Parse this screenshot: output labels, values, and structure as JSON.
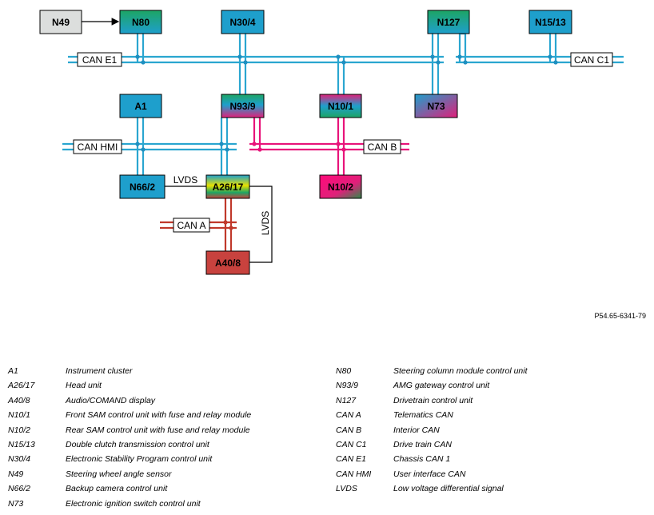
{
  "nodes": {
    "N49": "N49",
    "N80": "N80",
    "N30_4": "N30/4",
    "N127": "N127",
    "N15_13": "N15/13",
    "A1": "A1",
    "N93_9": "N93/9",
    "N10_1": "N10/1",
    "N73": "N73",
    "N66_2": "N66/2",
    "A26_17": "A26/17",
    "N10_2": "N10/2",
    "A40_8": "A40/8"
  },
  "buses": {
    "can_e1": "CAN E1",
    "can_c1": "CAN C1",
    "can_hmi": "CAN HMI",
    "can_b": "CAN B",
    "can_a": "CAN A",
    "lvds_1": "LVDS",
    "lvds_2": "LVDS"
  },
  "colors": {
    "bus_blue": "#2aa6d0",
    "bus_magenta": "#e8147a",
    "bus_red": "#c0392b",
    "node_blue": "#1e9fcc",
    "node_gray": "#dcdedd",
    "node_red": "#c8423e"
  },
  "ref_code": "P54.65-6341-79",
  "legend_left": [
    {
      "abbr": "A1",
      "desc": "Instrument cluster"
    },
    {
      "abbr": "A26/17",
      "desc": "Head unit"
    },
    {
      "abbr": "A40/8",
      "desc": "Audio/COMAND display"
    },
    {
      "abbr": "N10/1",
      "desc": "Front SAM control unit with fuse and relay module"
    },
    {
      "abbr": "N10/2",
      "desc": "Rear SAM control unit with fuse and relay module"
    },
    {
      "abbr": "N15/13",
      "desc": "Double clutch transmission control unit"
    },
    {
      "abbr": "N30/4",
      "desc": "Electronic Stability Program control unit"
    },
    {
      "abbr": "N49",
      "desc": "Steering wheel angle sensor"
    },
    {
      "abbr": "N66/2",
      "desc": "Backup camera control unit"
    },
    {
      "abbr": "N73",
      "desc": "Electronic ignition switch control unit"
    }
  ],
  "legend_right": [
    {
      "abbr": "N80",
      "desc": "Steering column module control unit"
    },
    {
      "abbr": "N93/9",
      "desc": "AMG gateway control unit"
    },
    {
      "abbr": "N127",
      "desc": "Drivetrain control unit"
    },
    {
      "abbr": "CAN A",
      "desc": "Telematics CAN"
    },
    {
      "abbr": "CAN B",
      "desc": "Interior CAN"
    },
    {
      "abbr": "CAN C1",
      "desc": "Drive train CAN"
    },
    {
      "abbr": "CAN E1",
      "desc": "Chassis CAN 1"
    },
    {
      "abbr": "CAN HMI",
      "desc": "User interface CAN"
    },
    {
      "abbr": "LVDS",
      "desc": "Low voltage differential signal"
    }
  ]
}
